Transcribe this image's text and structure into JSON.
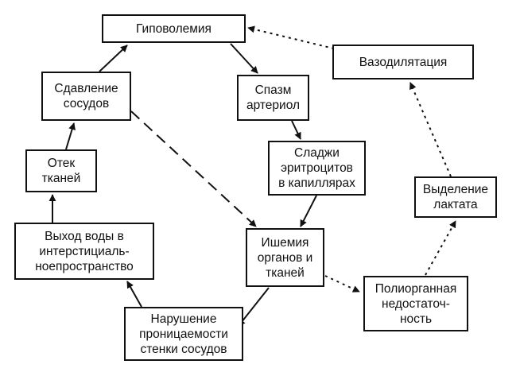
{
  "nodes": {
    "hypovolemia": "Гиповолемия",
    "vasodilation": "Вазодилятация",
    "vessel_compression": "Сдавление\nсосудов",
    "arteriole_spasm": "Спазм\nартериол",
    "tissue_edema": "Отек\nтканей",
    "erythrocyte_sludge": "Сладжи\nэритроцитов\nв капиллярах",
    "lactate_release": "Выделение\nлактата",
    "water_exit": "Выход воды в\nинтерстициаль-\nноепространство",
    "ischemia": "Ишемия\nорганов и\nтканей",
    "multiorgan_failure": "Полиорганная\nнедостаточ-\nность",
    "permeability": "Нарушение\nпроницаемости\nстенки сосудов"
  },
  "colors": {
    "line": "#111111",
    "background": "#ffffff"
  }
}
